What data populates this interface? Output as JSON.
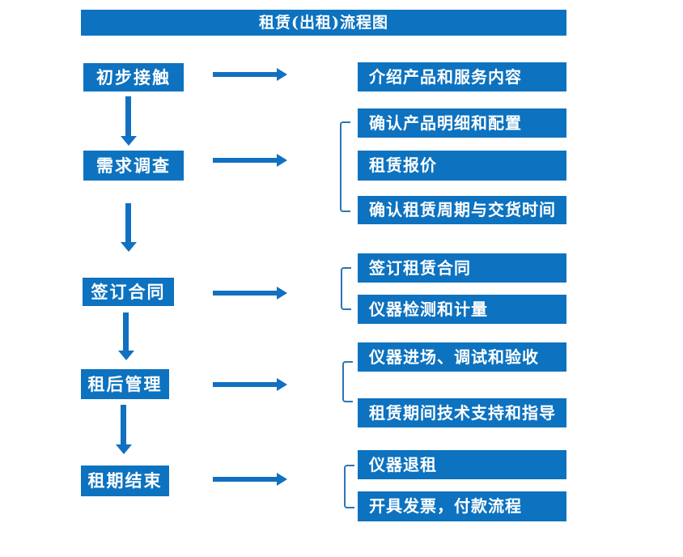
{
  "title": "租赁(出租)流程图",
  "colors": {
    "box_blue": "#0d72bf",
    "arrow_blue": "#1170c1",
    "bracket_blue": "#2e74b5",
    "text_white": "#ffffff"
  },
  "flow": {
    "stages": [
      {
        "label": "初步接触"
      },
      {
        "label": "需求调查"
      },
      {
        "label": "签订合同"
      },
      {
        "label": "租后管理"
      },
      {
        "label": "租期结束"
      }
    ],
    "details": [
      {
        "label": "介绍产品和服务内容"
      },
      {
        "label": "确认产品明细和配置"
      },
      {
        "label": "租赁报价"
      },
      {
        "label": "确认租赁周期与交货时间"
      },
      {
        "label": "签订租赁合同"
      },
      {
        "label": "仪器检测和计量"
      },
      {
        "label": "仪器进场、调试和验收"
      },
      {
        "label": "租赁期间技术支持和指导"
      },
      {
        "label": "仪器退租"
      },
      {
        "label": "开具发票，付款流程"
      }
    ]
  }
}
